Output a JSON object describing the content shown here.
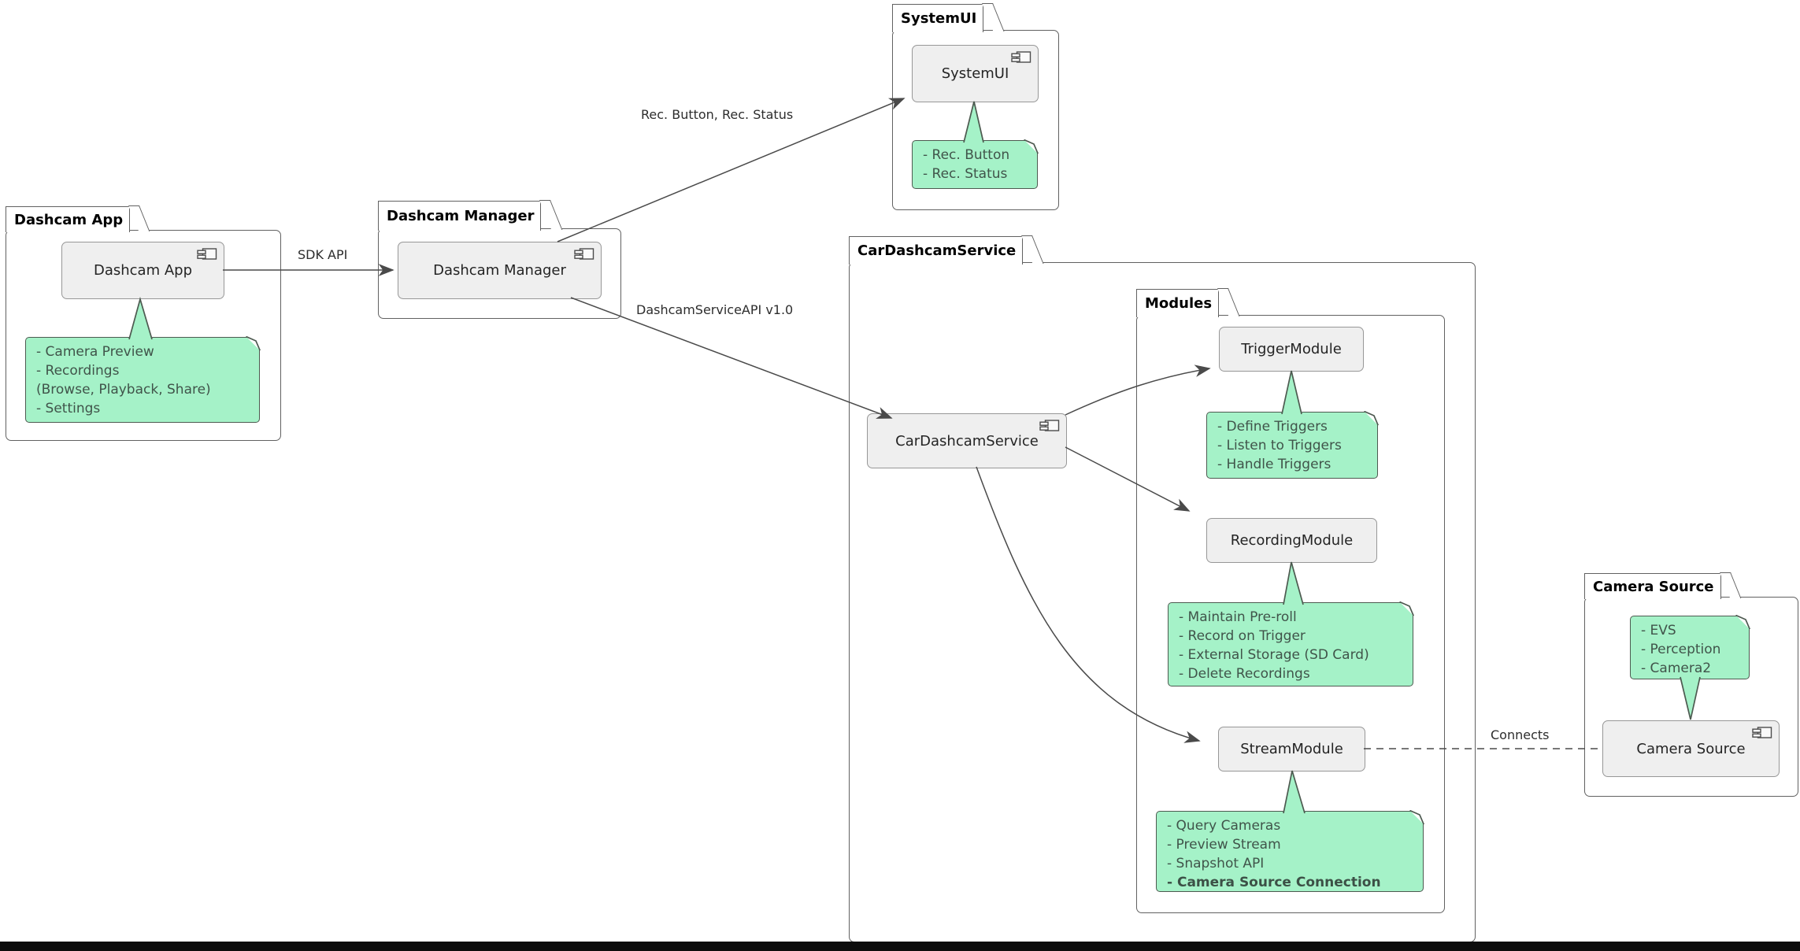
{
  "diagram": {
    "packages": {
      "dashcam_app": {
        "label": "Dashcam App"
      },
      "dashcam_manager": {
        "label": "Dashcam Manager"
      },
      "systemui": {
        "label": "SystemUI"
      },
      "car_dashcam_service": {
        "label": "CarDashcamService"
      },
      "modules": {
        "label": "Modules"
      },
      "camera_source": {
        "label": "Camera Source"
      }
    },
    "components": {
      "dashcam_app": "Dashcam App",
      "dashcam_manager": "Dashcam Manager",
      "systemui": "SystemUI",
      "car_dashcam_service": "CarDashcamService",
      "trigger_module": "TriggerModule",
      "recording_module": "RecordingModule",
      "stream_module": "StreamModule",
      "camera_source": "Camera Source"
    },
    "notes": {
      "dashcam_app": {
        "lines": [
          "- Camera Preview",
          "- Recordings",
          "(Browse, Playback, Share)",
          "- Settings"
        ]
      },
      "systemui": {
        "lines": [
          "- Rec. Button",
          "- Rec. Status"
        ]
      },
      "trigger": {
        "lines": [
          "- Define Triggers",
          "- Listen to Triggers",
          "- Handle Triggers"
        ]
      },
      "recording": {
        "lines": [
          "- Maintain Pre-roll",
          "- Record on Trigger",
          "- External Storage (SD Card)",
          "- Delete Recordings"
        ]
      },
      "stream": {
        "lines": [
          "- Query Cameras",
          "- Preview Stream",
          "- Snapshot API",
          "- Camera Source Connection"
        ]
      },
      "camera_source": {
        "lines": [
          "- EVS",
          "- Perception",
          "- Camera2"
        ]
      }
    },
    "edges": {
      "sdk_api": "SDK API",
      "rec_button_status": "Rec. Button, Rec. Status",
      "dashcam_service_api": "DashcamServiceAPI v1.0",
      "connects": "Connects"
    },
    "colors": {
      "note_fill": "#a5f2c8",
      "note_border": "#4d5a50",
      "note_text": "#40544a",
      "component_fill": "#efefef",
      "component_border": "#979797",
      "package_border": "#616161",
      "edge": "#4a4a4a",
      "bottom_bar": "#0d0d0d"
    }
  }
}
